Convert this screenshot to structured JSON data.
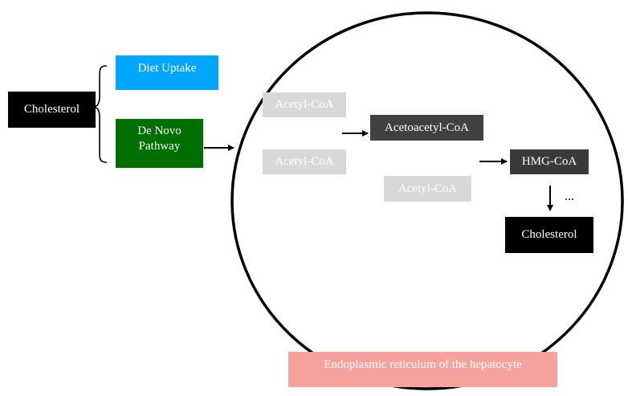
{
  "source": {
    "cholesterol": "Cholesterol",
    "diet_uptake": "Diet Uptake",
    "de_novo": "De Novo\nPathway"
  },
  "pathway": {
    "acetyl_coa_1": "Acetyl-CoA",
    "acetyl_coa_2": "Acetyl-CoA",
    "acetyl_coa_3": "Acetyl-CoA",
    "acetoacetyl_coa": "Acetoacetyl-CoA",
    "hmg_coa": "HMG-CoA",
    "ellipsis": "...",
    "cholesterol_product": "Cholesterol"
  },
  "caption": "Endoplasmic reticulum of the hepatocyte",
  "colors": {
    "black": "#000000",
    "diet_blue": "#00a6ff",
    "de_novo_green": "#006f00",
    "acetyl_gray": "#d8d8d8",
    "dark_gray": "#404040",
    "hmg_gray": "#3a3a3a",
    "caption_pink": "#f7a29c"
  }
}
